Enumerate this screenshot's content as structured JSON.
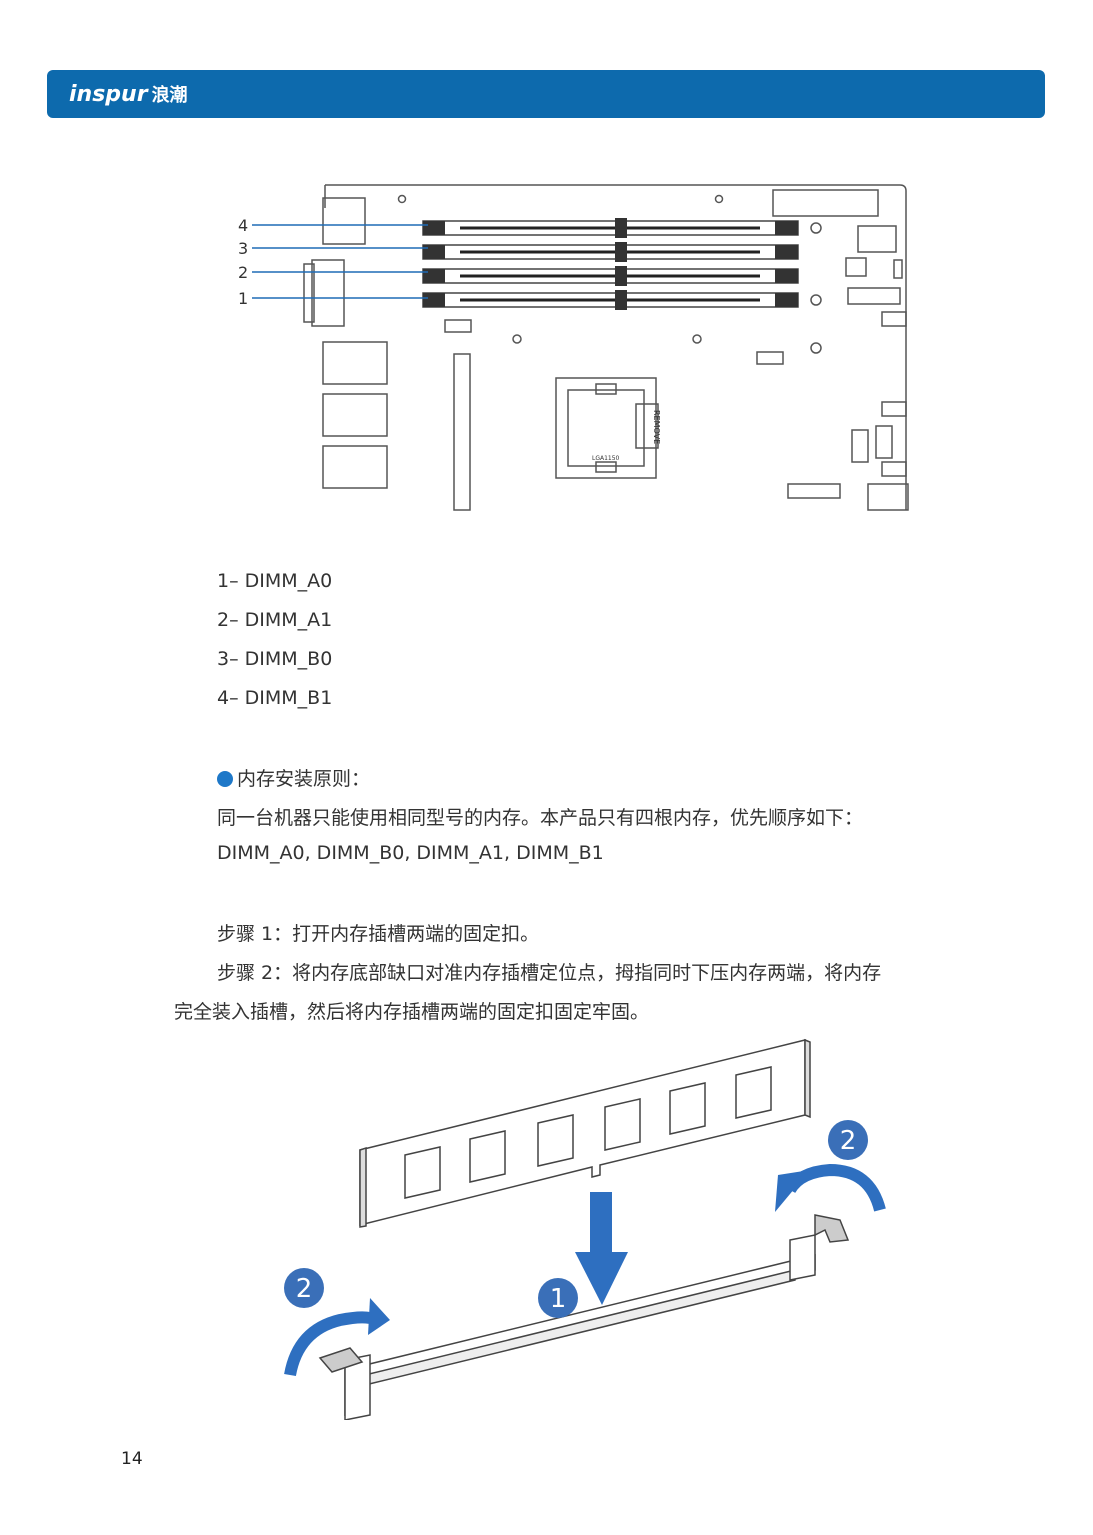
{
  "header": {
    "logo_text": "inspur",
    "logo_cn": "浪潮",
    "color": "#0d6aad"
  },
  "diagram1": {
    "callouts": [
      "4",
      "3",
      "2",
      "1"
    ],
    "socket_label": "LGA1150",
    "remove_label": "REMOVE"
  },
  "dimm_list": [
    {
      "num": "1",
      "dash": "–",
      "label": "DIMM_A0"
    },
    {
      "num": "2",
      "dash": "–",
      "label": "DIMM_A1"
    },
    {
      "num": "3",
      "dash": "–",
      "label": "DIMM_B0"
    },
    {
      "num": "4",
      "dash": "–",
      "label": "DIMM_B1"
    }
  ],
  "principles": {
    "heading": "内存安装原则：",
    "line1": "同一台机器只能使用相同型号的内存。本产品只有四根内存，优先顺序如下：",
    "line2": "DIMM_A0, DIMM_B0, DIMM_A1, DIMM_B1"
  },
  "steps": {
    "step1": "步骤 1：打开内存插槽两端的固定扣。",
    "step2_a": "步骤 2：将内存底部缺口对准内存插槽定位点，拇指同时下压内存两端，将内存",
    "step2_b": "完全装入插槽，然后将内存插槽两端的固定扣固定牢固。"
  },
  "diagram2": {
    "badge_left": "2",
    "badge_center": "1",
    "badge_right": "2",
    "accent": "#2e6fc0"
  },
  "page_number": "14"
}
